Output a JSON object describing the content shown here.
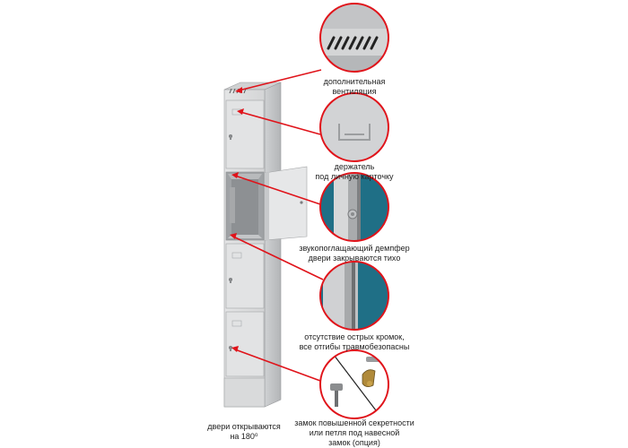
{
  "colors": {
    "accent_red": "#e0131a",
    "steel": "#d9dadb",
    "steel_dark": "#b9bbbd",
    "teal_background": "#1f6f86"
  },
  "callouts": [
    {
      "id": "ventilation",
      "lines": [
        "дополнительная",
        "вентиляция"
      ],
      "icon": "vent-slots-icon"
    },
    {
      "id": "card-holder",
      "lines": [
        "держатель",
        "под личную карточку"
      ],
      "icon": "card-holder-icon"
    },
    {
      "id": "damper",
      "lines": [
        "звукопоглащающий демпфер",
        "двери закрываются тихо"
      ],
      "icon": "damper-icon"
    },
    {
      "id": "edges",
      "lines": [
        "отсутствие острых кромок,",
        "все отгибы травмобезопасны"
      ],
      "icon": "edge-profile-icon"
    },
    {
      "id": "lock",
      "lines": [
        "замок повышенной секретности",
        "или петля под навесной",
        "замок (опция)"
      ],
      "icon": "lock-and-hasp-icon"
    }
  ],
  "door_caption": {
    "line1": "двери открываются",
    "line2": "на 180⁰"
  }
}
